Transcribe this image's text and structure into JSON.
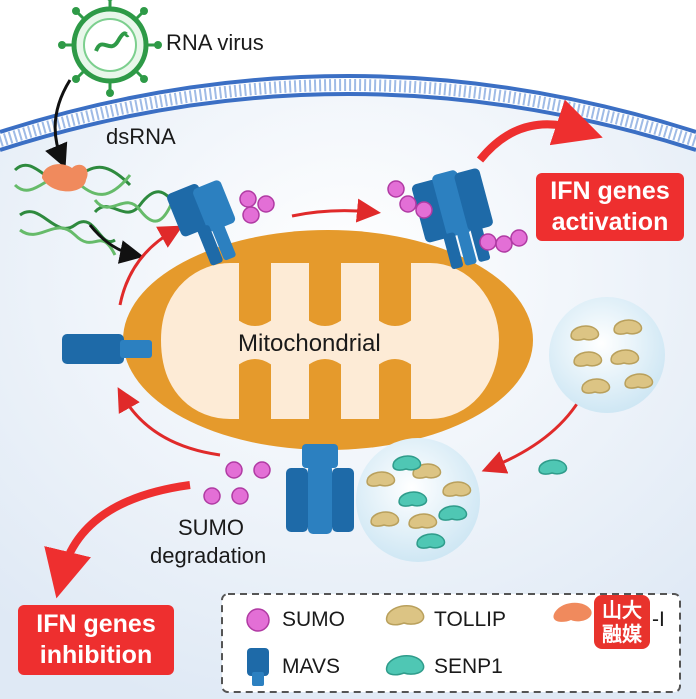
{
  "labels": {
    "rna_virus": "RNA virus",
    "dsrna": "dsRNA",
    "mitochondrial": "Mitochondrial",
    "sumo_degradation_1": "SUMO",
    "sumo_degradation_2": "degradation"
  },
  "boxes": {
    "activation_1": "IFN genes",
    "activation_2": "activation",
    "inhibition_1": "IFN genes",
    "inhibition_2": "inhibition"
  },
  "legend": {
    "sumo": "SUMO",
    "tollip": "TOLLIP",
    "mavs": "MAVS",
    "senp1": "SENP1",
    "partial": "-I"
  },
  "watermark": "山大融媒",
  "colors": {
    "membrane": "#3b6fc4",
    "cytoplasm": "#e9f1fa",
    "mito_outer": "#e59a2c",
    "mito_inner": "#fdebd6",
    "mavs": "#1e6aa8",
    "sumo": "#e36fd6",
    "tollip": "#dcc484",
    "senp1": "#4fc7b4",
    "red": "#ee2f2f"
  },
  "icons": [
    "virus-icon",
    "dsrna-helix-icon",
    "rig-i-icon",
    "mavs-icon",
    "sumo-bead-icon",
    "tollip-icon",
    "senp1-icon",
    "arrow-icon"
  ]
}
